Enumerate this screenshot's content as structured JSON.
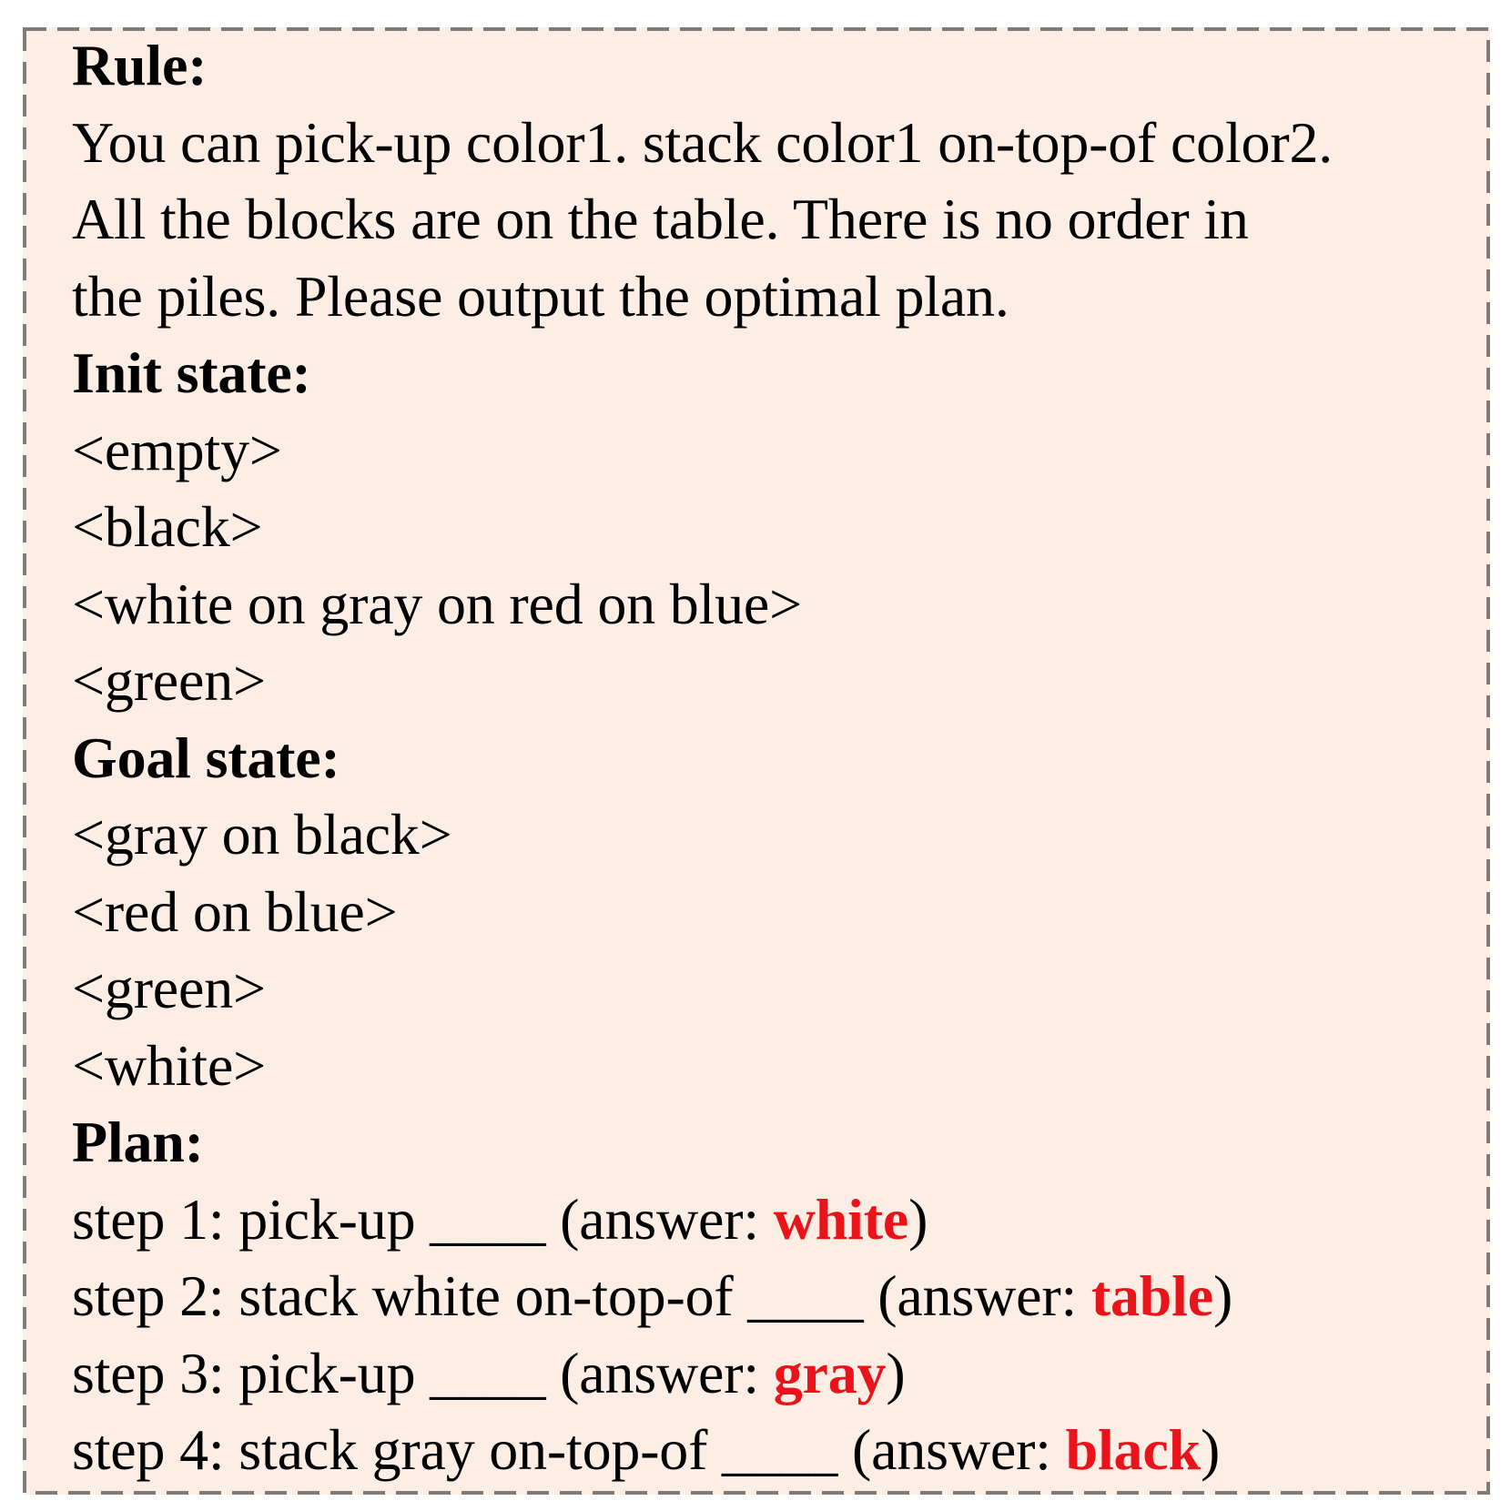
{
  "rule": {
    "heading": "Rule:",
    "lines": [
      "You can pick-up color1. stack color1 on-top-of color2.",
      "All the blocks are on the table. There is no order in",
      "the piles. Please output the optimal plan."
    ]
  },
  "init_state": {
    "heading": "Init state:",
    "piles": [
      "<empty>",
      "<black>",
      "<white on gray on red on blue>",
      "<green>"
    ]
  },
  "goal_state": {
    "heading": "Goal state:",
    "piles": [
      "<gray on black>",
      "<red on blue>",
      "<green>",
      "<white>"
    ]
  },
  "plan": {
    "heading": "Plan:",
    "steps": [
      {
        "prefix": "step 1: pick-up ____ (answer: ",
        "answer": "white",
        "suffix": ")"
      },
      {
        "prefix": "step 2: stack white on-top-of ____ (answer: ",
        "answer": "table",
        "suffix": ")"
      },
      {
        "prefix": "step 3: pick-up ____ (answer: ",
        "answer": "gray",
        "suffix": ")"
      },
      {
        "prefix": "step 4: stack gray on-top-of ____ (answer: ",
        "answer": "black",
        "suffix": ")"
      }
    ]
  },
  "colors": {
    "background": "#fcede5",
    "border": "#7f7b79",
    "answer": "#e8141a",
    "text": "#000000"
  }
}
